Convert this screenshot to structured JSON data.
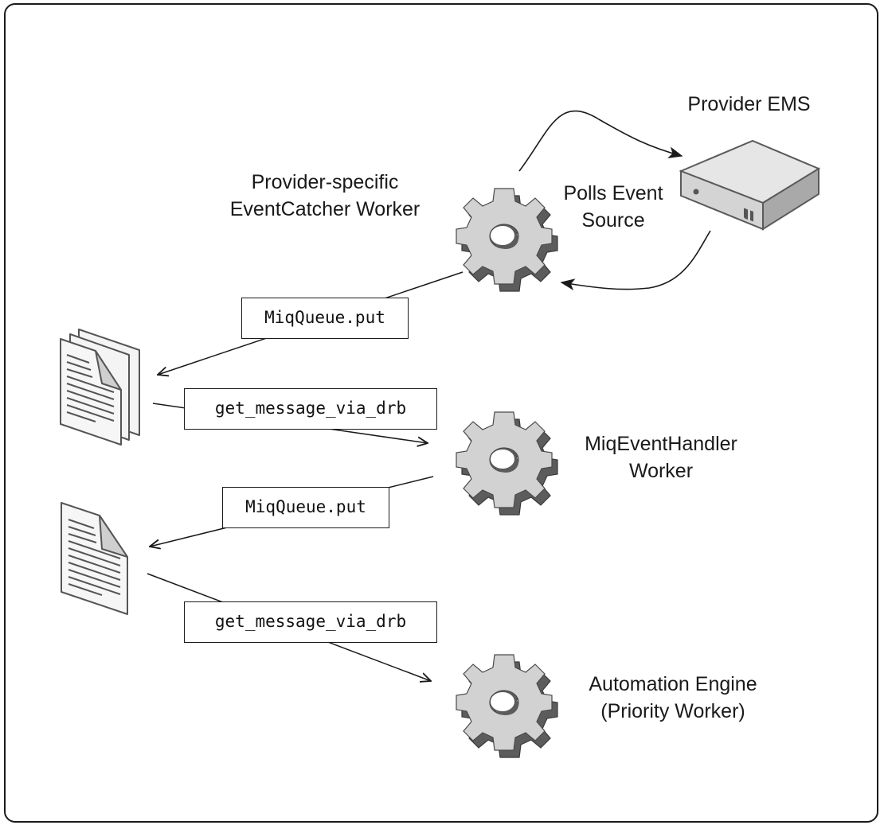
{
  "labels": {
    "provider_ems": "Provider EMS",
    "event_catcher_line1": "Provider-specific",
    "event_catcher_line2": "EventCatcher Worker",
    "polls_line1": "Polls Event",
    "polls_line2": "Source",
    "event_handler_line1": "MiqEventHandler",
    "event_handler_line2": "Worker",
    "automation_line1": "Automation Engine",
    "automation_line2": "(Priority Worker)"
  },
  "code_boxes": {
    "put_1": "MiqQueue.put",
    "get_1": "get_message_via_drb",
    "put_2": "MiqQueue.put",
    "get_2": "get_message_via_drb"
  },
  "icons": {
    "gear": "gear-icon",
    "server": "server-icon",
    "documents": "document-stack-icon",
    "document": "document-icon"
  },
  "colors": {
    "gear_face": "#d2d2d2",
    "gear_side": "#5c5c5c",
    "server_top": "#e4e4e4",
    "server_front": "#d6d6d6",
    "server_side": "#a8a8a8",
    "stroke": "#1a1a1a"
  }
}
